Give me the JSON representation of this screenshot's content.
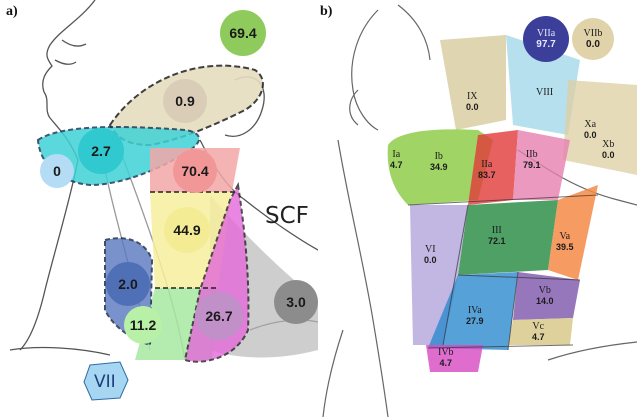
{
  "panel_a": {
    "label": "a)",
    "nodes": [
      {
        "value": "69.4",
        "fill": "#8ecb5c"
      },
      {
        "value": "0.9",
        "fill": "#d9cdb8"
      },
      {
        "value": "2.7",
        "fill": "#2fc9cf"
      },
      {
        "value": "0",
        "fill": "#b4dcf5"
      },
      {
        "value": "70.4",
        "fill": "#f19797"
      },
      {
        "value": "44.9",
        "fill": "#f4ec94"
      },
      {
        "value": "2.0",
        "fill": "#4f6fb7"
      },
      {
        "value": "11.2",
        "fill": "#b9f0a8"
      },
      {
        "value": "26.7",
        "fill": "#c190c8"
      },
      {
        "value": "3.0",
        "fill": "#8c8c8c"
      }
    ],
    "scf_label": "SCF",
    "vii_label": "VII"
  },
  "panel_b": {
    "label": "b)",
    "circles": [
      {
        "level": "VIIa",
        "value": "97.7",
        "fill": "#3b3f99"
      },
      {
        "level": "VIIb",
        "value": "0.0",
        "fill": "#e0d2a9"
      }
    ],
    "regions": [
      {
        "level": "IX",
        "value": "0.0"
      },
      {
        "level": "VIII",
        "value": ""
      },
      {
        "level": "Xa",
        "value": "0.0"
      },
      {
        "level": "Xb",
        "value": "0.0"
      },
      {
        "level": "Ia",
        "value": "4.7"
      },
      {
        "level": "Ib",
        "value": "34.9"
      },
      {
        "level": "IIa",
        "value": "83.7"
      },
      {
        "level": "IIb",
        "value": "79.1"
      },
      {
        "level": "III",
        "value": "72.1"
      },
      {
        "level": "Va",
        "value": "39.5"
      },
      {
        "level": "VI",
        "value": "0.0"
      },
      {
        "level": "Vb",
        "value": "14.0"
      },
      {
        "level": "IVa",
        "value": "27.9"
      },
      {
        "level": "Vc",
        "value": "4.7"
      },
      {
        "level": "IVb",
        "value": "4.7"
      }
    ]
  }
}
